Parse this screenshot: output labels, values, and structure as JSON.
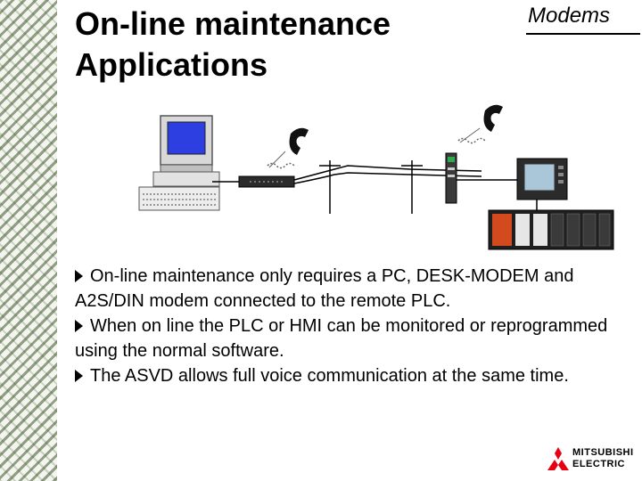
{
  "slide": {
    "title": "On-line maintenance Applications",
    "section": "Modems",
    "bullets": [
      "On-line maintenance only requires a PC, DESK-MODEM and A2S/DIN modem connected to the remote PLC.",
      "When on line the PLC or HMI can be monitored or reprogrammed using the normal software.",
      "The ASVD allows full voice communication at the same time."
    ],
    "logo": {
      "line1": "MITSUBISHI",
      "line2": "ELECTRIC"
    }
  },
  "colors": {
    "pc_screen": "#2d3fe0",
    "plc_module": "#d24a1e",
    "logo_red": "#e60012"
  },
  "icons": [
    "pc-icon",
    "desk-modem-icon",
    "telephone-icon",
    "telephone-pole-icon",
    "din-modem-icon",
    "hmi-panel-icon",
    "plc-rack-icon",
    "mitsubishi-logo-icon"
  ]
}
